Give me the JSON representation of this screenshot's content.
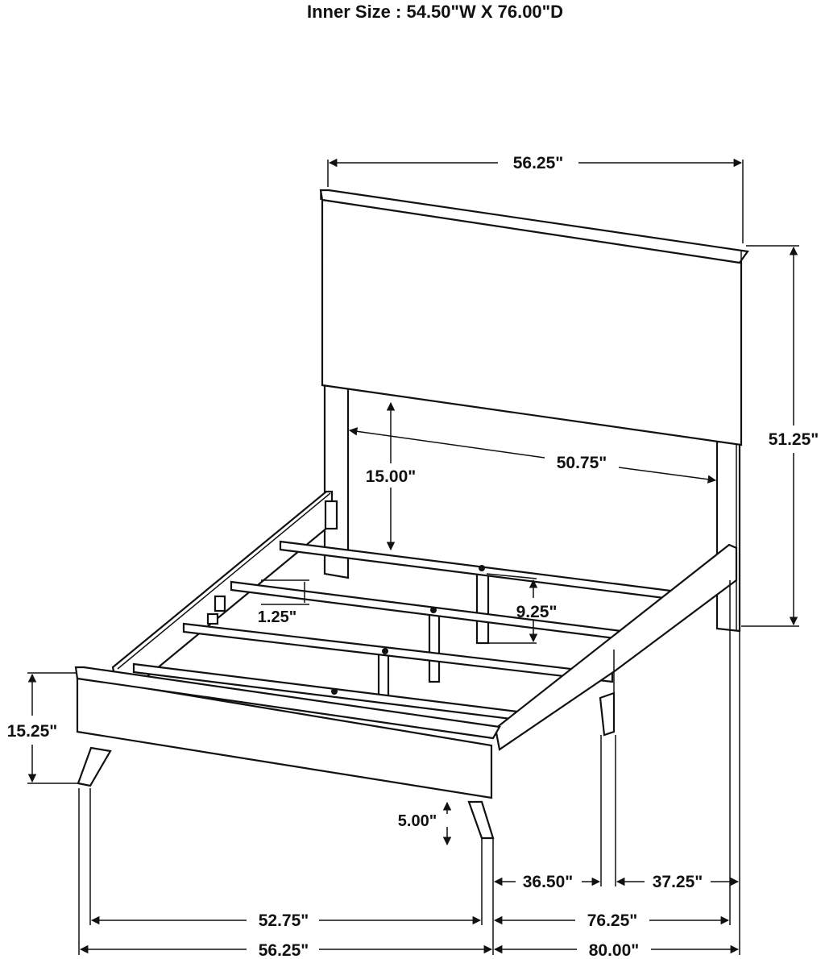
{
  "title": "Inner Size : 54.50\"W X 76.00\"D",
  "dimensions": {
    "headboard_width": "56.25\"",
    "headboard_height": "51.25\"",
    "inner_width": "50.75\"",
    "leg_clearance": "15.00\"",
    "slat_height": "1.25\"",
    "center_leg": "9.25\"",
    "footboard_height": "15.25\"",
    "leg_height": "5.00\"",
    "rail_front": "36.50\"",
    "rail_back": "37.25\"",
    "width_inner": "52.75\"",
    "length_inner": "76.25\"",
    "width_overall": "56.25\"",
    "length_overall": "80.00\""
  }
}
